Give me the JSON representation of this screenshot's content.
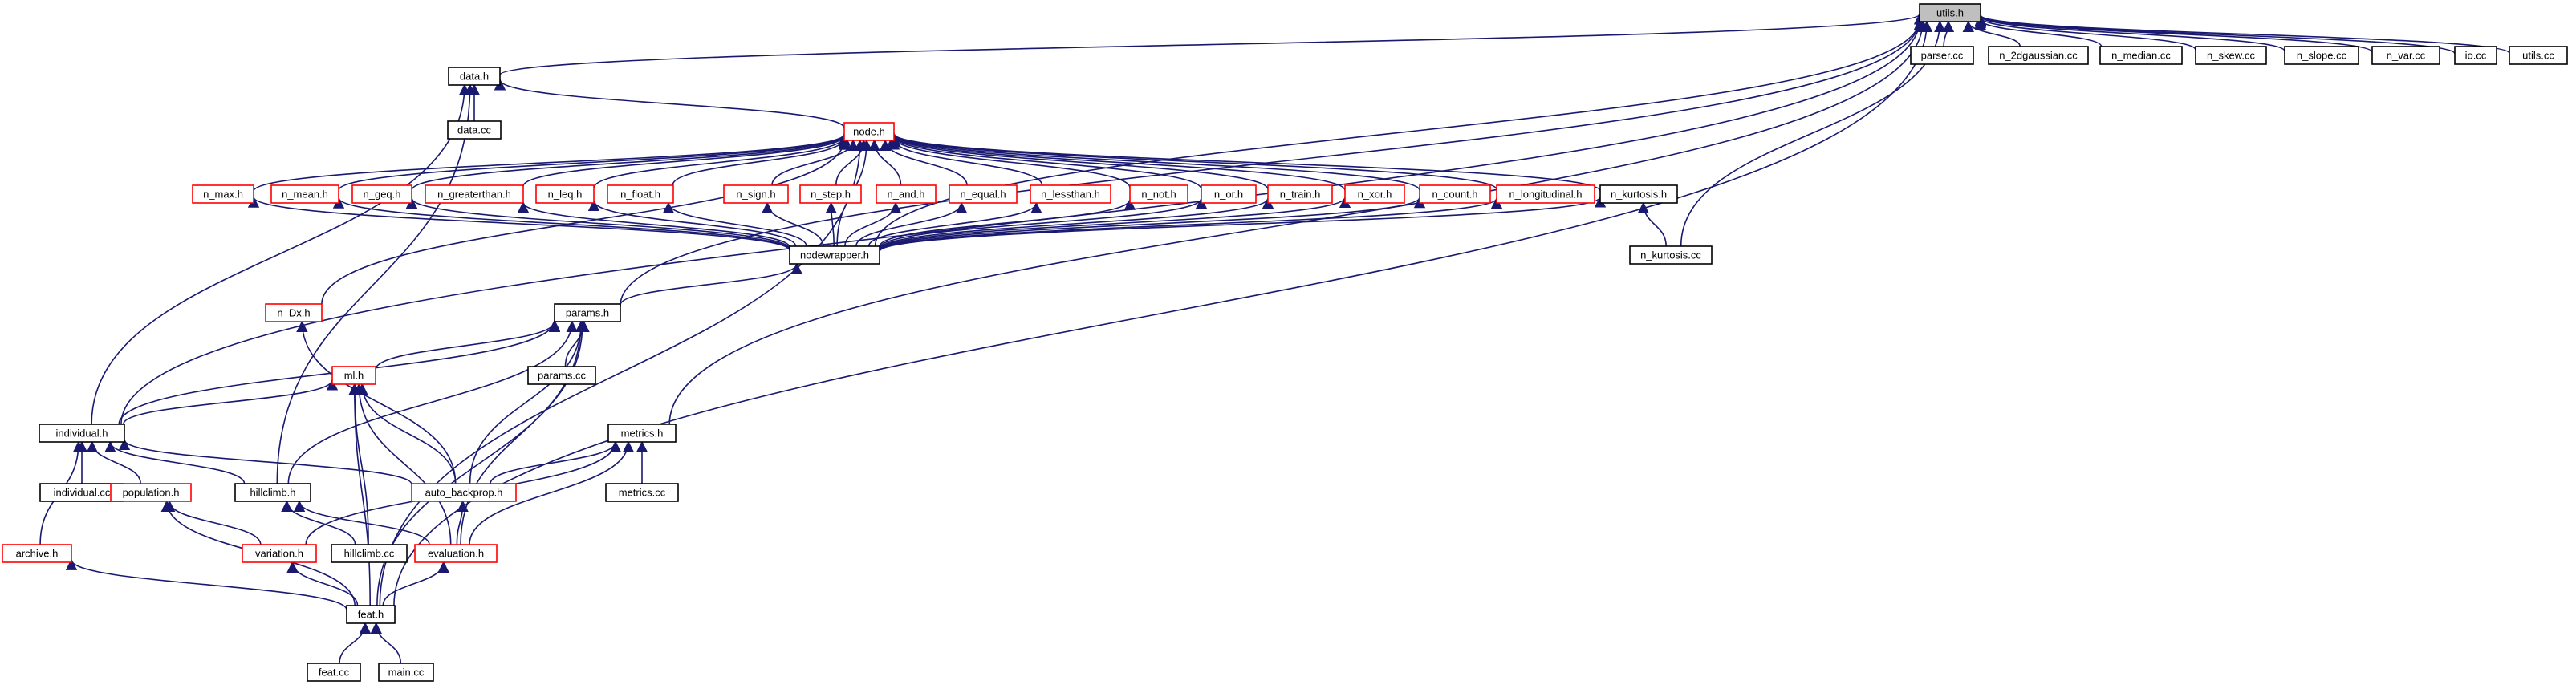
{
  "diagram": {
    "type": "include-dependency-graph",
    "colors": {
      "edge": "#191970",
      "root_fill": "#bfbfbf",
      "border_normal": "#000000",
      "border_truncated": "#ff0000"
    },
    "nodes": [
      {
        "id": "utils_h",
        "label": "utils.h",
        "style": "gray"
      },
      {
        "id": "parser_cc",
        "label": "parser.cc",
        "style": "black"
      },
      {
        "id": "n_2dgaussian_cc",
        "label": "n_2dgaussian.cc",
        "style": "black"
      },
      {
        "id": "n_median_cc",
        "label": "n_median.cc",
        "style": "black"
      },
      {
        "id": "n_skew_cc",
        "label": "n_skew.cc",
        "style": "black"
      },
      {
        "id": "n_slope_cc",
        "label": "n_slope.cc",
        "style": "black"
      },
      {
        "id": "n_var_cc",
        "label": "n_var.cc",
        "style": "black"
      },
      {
        "id": "io_cc",
        "label": "io.cc",
        "style": "black"
      },
      {
        "id": "utils_cc",
        "label": "utils.cc",
        "style": "black"
      },
      {
        "id": "data_h",
        "label": "data.h",
        "style": "black"
      },
      {
        "id": "data_cc",
        "label": "data.cc",
        "style": "black"
      },
      {
        "id": "node_h",
        "label": "node.h",
        "style": "red"
      },
      {
        "id": "n_max_h",
        "label": "n_max.h",
        "style": "red"
      },
      {
        "id": "n_mean_h",
        "label": "n_mean.h",
        "style": "red"
      },
      {
        "id": "n_geq_h",
        "label": "n_geq.h",
        "style": "red"
      },
      {
        "id": "n_greaterthan_h",
        "label": "n_greaterthan.h",
        "style": "red"
      },
      {
        "id": "n_leq_h",
        "label": "n_leq.h",
        "style": "red"
      },
      {
        "id": "n_float_h",
        "label": "n_float.h",
        "style": "red"
      },
      {
        "id": "n_sign_h",
        "label": "n_sign.h",
        "style": "red"
      },
      {
        "id": "n_step_h",
        "label": "n_step.h",
        "style": "red"
      },
      {
        "id": "n_and_h",
        "label": "n_and.h",
        "style": "red"
      },
      {
        "id": "n_equal_h",
        "label": "n_equal.h",
        "style": "red"
      },
      {
        "id": "n_lessthan_h",
        "label": "n_lessthan.h",
        "style": "red"
      },
      {
        "id": "n_not_h",
        "label": "n_not.h",
        "style": "red"
      },
      {
        "id": "n_or_h",
        "label": "n_or.h",
        "style": "red"
      },
      {
        "id": "n_train_h",
        "label": "n_train.h",
        "style": "red"
      },
      {
        "id": "n_xor_h",
        "label": "n_xor.h",
        "style": "red"
      },
      {
        "id": "n_count_h",
        "label": "n_count.h",
        "style": "red"
      },
      {
        "id": "n_longitudinal_h",
        "label": "n_longitudinal.h",
        "style": "red"
      },
      {
        "id": "n_kurtosis_h",
        "label": "n_kurtosis.h",
        "style": "black"
      },
      {
        "id": "n_kurtosis_cc",
        "label": "n_kurtosis.cc",
        "style": "black"
      },
      {
        "id": "nodewrapper_h",
        "label": "nodewrapper.h",
        "style": "black"
      },
      {
        "id": "n_Dx_h",
        "label": "n_Dx.h",
        "style": "red"
      },
      {
        "id": "params_h",
        "label": "params.h",
        "style": "black"
      },
      {
        "id": "params_cc",
        "label": "params.cc",
        "style": "black"
      },
      {
        "id": "ml_h",
        "label": "ml.h",
        "style": "red"
      },
      {
        "id": "individual_h",
        "label": "individual.h",
        "style": "black"
      },
      {
        "id": "individual_cc",
        "label": "individual.cc",
        "style": "black"
      },
      {
        "id": "population_h",
        "label": "population.h",
        "style": "red"
      },
      {
        "id": "hillclimb_h",
        "label": "hillclimb.h",
        "style": "black"
      },
      {
        "id": "metrics_h",
        "label": "metrics.h",
        "style": "black"
      },
      {
        "id": "metrics_cc",
        "label": "metrics.cc",
        "style": "black"
      },
      {
        "id": "auto_backprop_h",
        "label": "auto_backprop.h",
        "style": "red"
      },
      {
        "id": "archive_h",
        "label": "archive.h",
        "style": "red"
      },
      {
        "id": "variation_h",
        "label": "variation.h",
        "style": "red"
      },
      {
        "id": "hillclimb_cc",
        "label": "hillclimb.cc",
        "style": "black"
      },
      {
        "id": "evaluation_h",
        "label": "evaluation.h",
        "style": "red"
      },
      {
        "id": "feat_h",
        "label": "feat.h",
        "style": "black"
      },
      {
        "id": "feat_cc",
        "label": "feat.cc",
        "style": "black"
      },
      {
        "id": "main_cc",
        "label": "main.cc",
        "style": "black"
      }
    ],
    "edges": [
      [
        "parser_cc",
        "utils_h"
      ],
      [
        "n_2dgaussian_cc",
        "utils_h"
      ],
      [
        "n_median_cc",
        "utils_h"
      ],
      [
        "n_skew_cc",
        "utils_h"
      ],
      [
        "n_slope_cc",
        "utils_h"
      ],
      [
        "n_var_cc",
        "utils_h"
      ],
      [
        "io_cc",
        "utils_h"
      ],
      [
        "utils_cc",
        "utils_h"
      ],
      [
        "data_h",
        "utils_h"
      ],
      [
        "individual_h",
        "utils_h"
      ],
      [
        "n_kurtosis_cc",
        "utils_h"
      ],
      [
        "params_h",
        "utils_h"
      ],
      [
        "metrics_h",
        "utils_h"
      ],
      [
        "feat_h",
        "utils_h"
      ],
      [
        "nodewrapper_h",
        "utils_h"
      ],
      [
        "data_cc",
        "data_h"
      ],
      [
        "node_h",
        "data_h"
      ],
      [
        "individual_h",
        "data_h"
      ],
      [
        "hillclimb_h",
        "data_h"
      ],
      [
        "n_max_h",
        "node_h"
      ],
      [
        "n_mean_h",
        "node_h"
      ],
      [
        "n_geq_h",
        "node_h"
      ],
      [
        "n_greaterthan_h",
        "node_h"
      ],
      [
        "n_leq_h",
        "node_h"
      ],
      [
        "n_float_h",
        "node_h"
      ],
      [
        "n_sign_h",
        "node_h"
      ],
      [
        "n_step_h",
        "node_h"
      ],
      [
        "n_and_h",
        "node_h"
      ],
      [
        "n_equal_h",
        "node_h"
      ],
      [
        "n_lessthan_h",
        "node_h"
      ],
      [
        "n_not_h",
        "node_h"
      ],
      [
        "n_or_h",
        "node_h"
      ],
      [
        "n_train_h",
        "node_h"
      ],
      [
        "n_xor_h",
        "node_h"
      ],
      [
        "n_count_h",
        "node_h"
      ],
      [
        "n_longitudinal_h",
        "node_h"
      ],
      [
        "n_kurtosis_h",
        "node_h"
      ],
      [
        "nodewrapper_h",
        "node_h"
      ],
      [
        "n_Dx_h",
        "node_h"
      ],
      [
        "feat_h",
        "node_h"
      ],
      [
        "nodewrapper_h",
        "n_max_h"
      ],
      [
        "nodewrapper_h",
        "n_mean_h"
      ],
      [
        "nodewrapper_h",
        "n_geq_h"
      ],
      [
        "nodewrapper_h",
        "n_greaterthan_h"
      ],
      [
        "nodewrapper_h",
        "n_leq_h"
      ],
      [
        "nodewrapper_h",
        "n_float_h"
      ],
      [
        "nodewrapper_h",
        "n_sign_h"
      ],
      [
        "nodewrapper_h",
        "n_step_h"
      ],
      [
        "nodewrapper_h",
        "n_and_h"
      ],
      [
        "nodewrapper_h",
        "n_equal_h"
      ],
      [
        "nodewrapper_h",
        "n_lessthan_h"
      ],
      [
        "nodewrapper_h",
        "n_not_h"
      ],
      [
        "nodewrapper_h",
        "n_or_h"
      ],
      [
        "nodewrapper_h",
        "n_train_h"
      ],
      [
        "nodewrapper_h",
        "n_xor_h"
      ],
      [
        "nodewrapper_h",
        "n_count_h"
      ],
      [
        "nodewrapper_h",
        "n_longitudinal_h"
      ],
      [
        "nodewrapper_h",
        "n_kurtosis_h"
      ],
      [
        "n_kurtosis_cc",
        "n_kurtosis_h"
      ],
      [
        "params_h",
        "nodewrapper_h"
      ],
      [
        "auto_backprop_h",
        "n_Dx_h"
      ],
      [
        "params_cc",
        "params_h"
      ],
      [
        "ml_h",
        "params_h"
      ],
      [
        "individual_h",
        "params_h"
      ],
      [
        "hillclimb_h",
        "params_h"
      ],
      [
        "auto_backprop_h",
        "params_h"
      ],
      [
        "evaluation_h",
        "params_h"
      ],
      [
        "feat_h",
        "params_h"
      ],
      [
        "individual_h",
        "ml_h"
      ],
      [
        "auto_backprop_h",
        "ml_h"
      ],
      [
        "hillclimb_cc",
        "ml_h"
      ],
      [
        "evaluation_h",
        "ml_h"
      ],
      [
        "feat_h",
        "ml_h"
      ],
      [
        "individual_cc",
        "individual_h"
      ],
      [
        "population_h",
        "individual_h"
      ],
      [
        "hillclimb_h",
        "individual_h"
      ],
      [
        "archive_h",
        "individual_h"
      ],
      [
        "auto_backprop_h",
        "individual_h"
      ],
      [
        "auto_backprop_h",
        "metrics_h"
      ],
      [
        "metrics_cc",
        "metrics_h"
      ],
      [
        "variation_h",
        "metrics_h"
      ],
      [
        "evaluation_h",
        "metrics_h"
      ],
      [
        "variation_h",
        "population_h"
      ],
      [
        "feat_h",
        "population_h"
      ],
      [
        "hillclimb_cc",
        "hillclimb_h"
      ],
      [
        "evaluation_h",
        "hillclimb_h"
      ],
      [
        "evaluation_h",
        "auto_backprop_h"
      ],
      [
        "feat_h",
        "archive_h"
      ],
      [
        "feat_h",
        "variation_h"
      ],
      [
        "feat_h",
        "evaluation_h"
      ],
      [
        "feat_cc",
        "feat_h"
      ],
      [
        "main_cc",
        "feat_h"
      ]
    ]
  }
}
